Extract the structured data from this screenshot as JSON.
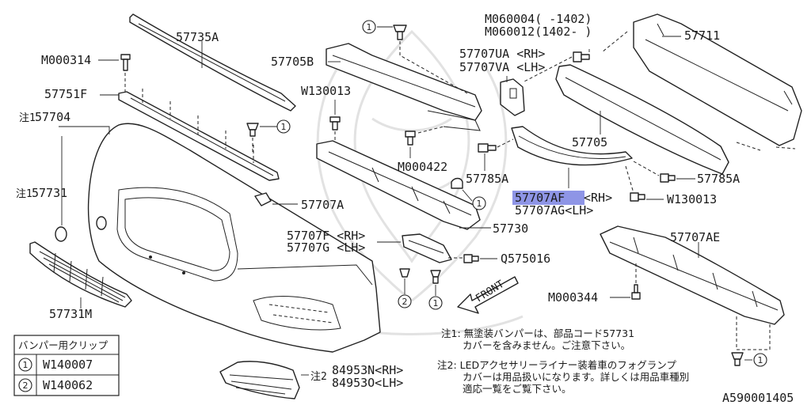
{
  "diagram": {
    "labels": {
      "p57735a": "57735A",
      "m000314": "M000314",
      "p57751f": "57751F",
      "p57704": "57704",
      "p57731": "57731",
      "note1_mark_a": "注1",
      "note1_mark_b": "注1",
      "p57705b": "57705B",
      "w130013_top": "W130013",
      "m000422": "M000422",
      "p57707a": "57707A",
      "p57707f": "57707F <RH>",
      "p57707g": "57707G <LH>",
      "p57730": "57730",
      "q575016": "Q575016",
      "p57731m": "57731M",
      "p84953n": "84953N<RH>",
      "p84953o": "84953O<LH>",
      "note2_mark": "注2",
      "m060004": "M060004(  -1402)",
      "m060012": "M060012(1402-  )",
      "p57707ua": "57707UA <RH>",
      "p57707va": "57707VA <LH>",
      "p57711": "57711",
      "p57705": "57705",
      "p57785a_left": "57785A",
      "p57785a_right": "57785A",
      "p57707af": "57707AF",
      "p57707af_side": "<RH>",
      "p57707ag": "57707AG<LH>",
      "w130013_right": "W130013",
      "p57707ae": "57707AE",
      "m000344": "M000344",
      "front": "FRONT",
      "figure_code": "A590001405"
    },
    "callouts": [
      "1",
      "1",
      "1",
      "2",
      "1",
      "1"
    ],
    "notes": {
      "note1_line1": "注1: 無塗装バンパーは、部品コード57731",
      "note1_line2": "カバーを含みません。ご注意下さい。",
      "note2_line1": "注2: LEDアクセサリーライナー装着車のフォグランプ",
      "note2_line2": "カバーは用品扱いになります。詳しくは用品車種別",
      "note2_line3": "適応一覧をご覧下さい。"
    },
    "clip_table": {
      "header": "バンパー用クリップ",
      "rows": [
        {
          "key": "1",
          "code": "W140007"
        },
        {
          "key": "2",
          "code": "W140062"
        }
      ]
    },
    "highlight_color": "#8e95e6"
  }
}
